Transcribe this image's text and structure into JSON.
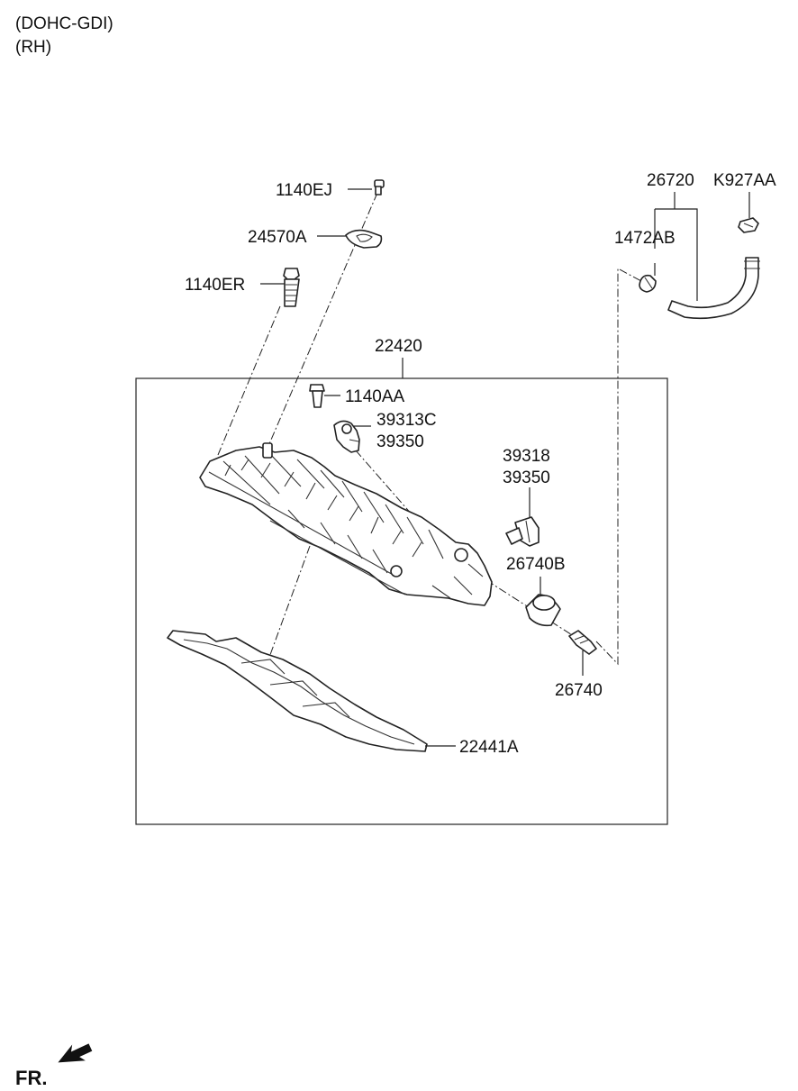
{
  "header": {
    "line1": "(DOHC-GDI)",
    "line2": "(RH)"
  },
  "parts": {
    "p1140ej": "1140EJ",
    "p24570a": "24570A",
    "p1140er": "1140ER",
    "p22420": "22420",
    "p1140aa": "1140AA",
    "p39313c": "39313C",
    "p39350a": "39350",
    "p39318": "39318",
    "p39350b": "39350",
    "p26740b": "26740B",
    "p26740": "26740",
    "p22441a": "22441A",
    "p26720": "26720",
    "pk927aa": "K927AA",
    "p1472ab": "1472AB"
  },
  "footer": {
    "direction": "FR."
  }
}
